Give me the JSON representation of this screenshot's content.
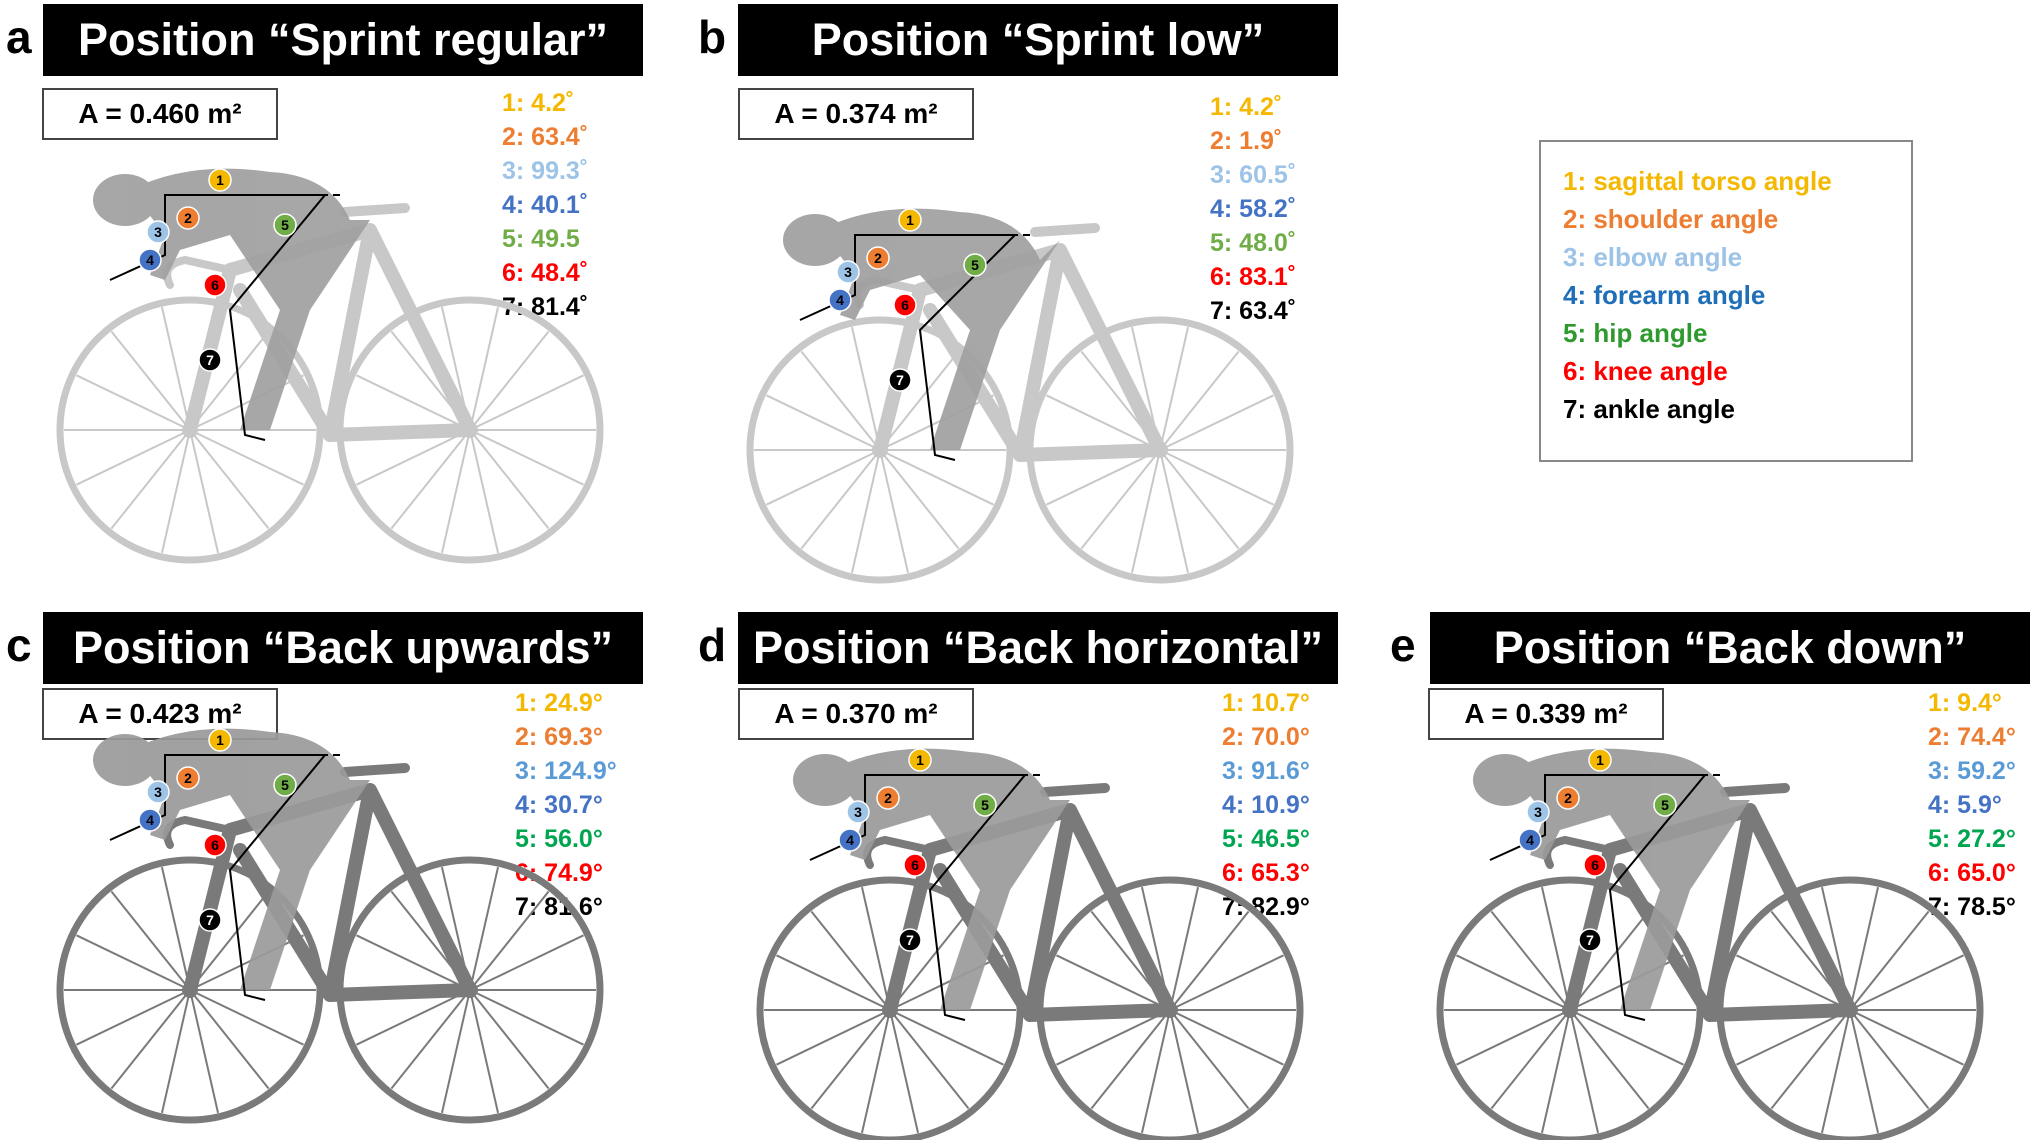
{
  "panels": [
    {
      "label": "a",
      "title": "Position “Sprint regular”",
      "area": "A = 0.460 m²",
      "angles": [
        "1: 4.2˚",
        "2: 63.4˚",
        "3: 99.3˚",
        "4: 40.1˚",
        "5: 49.5",
        "6: 48.4˚",
        "7: 81.4˚"
      ]
    },
    {
      "label": "b",
      "title": "Position “Sprint low”",
      "area": "A = 0.374 m²",
      "angles": [
        "1: 4.2˚",
        "2: 1.9˚",
        "3: 60.5˚",
        "4: 58.2˚",
        "5: 48.0˚",
        "6: 83.1˚",
        "7: 63.4˚"
      ]
    },
    {
      "label": "c",
      "title": "Position “Back upwards”",
      "area": "A = 0.423 m²",
      "angles": [
        "1: 24.9°",
        "2: 69.3°",
        "3: 124.9°",
        "4: 30.7°",
        "5: 56.0°",
        "6: 74.9°",
        "7: 81.6°"
      ]
    },
    {
      "label": "d",
      "title": "Position “Back horizontal”",
      "area": "A = 0.370 m²",
      "angles": [
        "1: 10.7°",
        "2: 70.0°",
        "3: 91.6°",
        "4: 10.9°",
        "5: 46.5°",
        "6: 65.3°",
        "7: 82.9°"
      ]
    },
    {
      "label": "e",
      "title": "Position “Back down”",
      "area": "A = 0.339 m²",
      "angles": [
        "1: 9.4°",
        "2: 74.4°",
        "3: 59.2°",
        "4: 5.9°",
        "5: 27.2°",
        "6: 65.0°",
        "7: 78.5°"
      ]
    }
  ],
  "legend": [
    "1: sagittal torso angle",
    "2: shoulder angle",
    "3: elbow angle",
    "4: forearm angle",
    "5: hip angle",
    "6: knee angle",
    "7: ankle angle"
  ],
  "joint_markers": [
    "1",
    "2",
    "3",
    "4",
    "5",
    "6",
    "7"
  ],
  "colors": {
    "torso": "#f5b800",
    "shoulder": "#ed7d31",
    "elbow": "#9dc3e6",
    "forearm": "#4472c4",
    "hip": "#70ad47",
    "knee": "#ff0000",
    "ankle": "#000000",
    "bike_light": "#c8c8c8",
    "bike_dark": "#7a7a7a"
  }
}
